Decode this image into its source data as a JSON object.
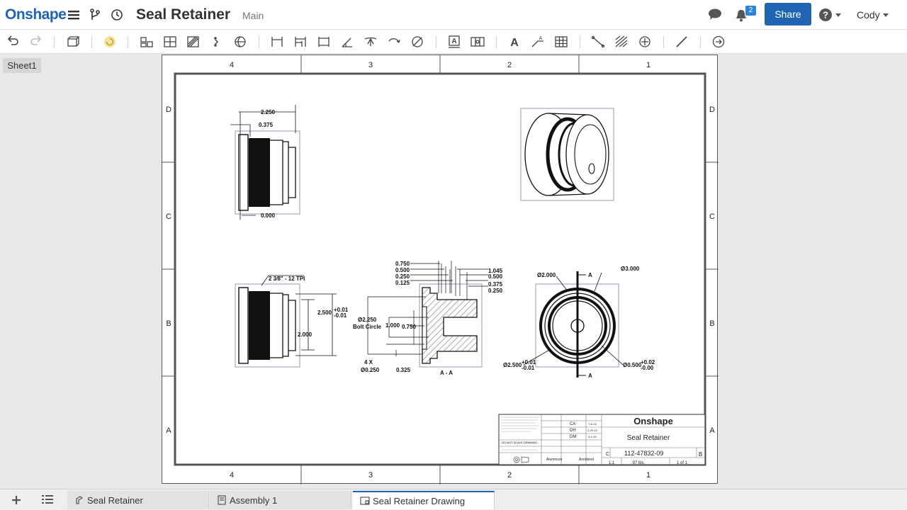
{
  "app": {
    "logo": "Onshape",
    "document_title": "Seal Retainer",
    "workspace": "Main",
    "share_label": "Share",
    "user_name": "Cody",
    "notification_count": "2"
  },
  "toolbar": {
    "icons": [
      "undo-icon",
      "redo-icon",
      "view-cube-icon",
      "regenerate-icon",
      "insert-view-icon",
      "projected-view-icon",
      "section-view-icon",
      "break-view-icon",
      "rotate-view-icon",
      "linear-dimension-icon",
      "baseline-dimension-icon",
      "ordinate-dimension-icon",
      "angular-dimension-icon",
      "radius-dimension-icon",
      "arc-length-dimension-icon",
      "diameter-dimension-icon",
      "note-icon",
      "datum-icon",
      "text-icon",
      "callout-icon",
      "table-icon",
      "line-icon",
      "hatch-icon",
      "centermark-icon",
      "sketch-line-icon",
      "export-icon"
    ]
  },
  "sheet": {
    "tab_label": "Sheet1"
  },
  "drawing": {
    "zones_x": [
      "4",
      "3",
      "2",
      "1"
    ],
    "zones_y": [
      "D",
      "C",
      "B",
      "A"
    ],
    "top_view_dims": [
      "2.250",
      "0.375",
      "0.000"
    ],
    "thread_callout": "2 3⁄8\" - 12 TPI",
    "front_view_dims": [
      "2.500",
      "+0.01",
      "-0.01",
      "2.000"
    ],
    "section_dims_left": [
      "0.750",
      "0.500",
      "0.250",
      "0.125"
    ],
    "section_dims_right": [
      "1.045",
      "0.500",
      "0.375",
      "0.250"
    ],
    "bolt_circle": "Ø2.250",
    "bolt_circle_label": "Bolt Circle",
    "section_inner_dims": [
      "1.000",
      "0.750"
    ],
    "hole_count": "4 X",
    "hole_dia": "Ø0.250",
    "section_bottom_dim": "0.325",
    "section_label": "A - A",
    "circle_dims": [
      "Ø2.000",
      "Ø3.000",
      "Ø2.500",
      "Ø0.500"
    ],
    "circle_tols_left": [
      "+0.01",
      "-0.01"
    ],
    "circle_tols_right": [
      "+0.02",
      "-0.00"
    ],
    "section_marker": "A",
    "title_block": {
      "logo": "Onshape",
      "title": "Seal Retainer",
      "size": "C",
      "dwg_no": "112-47832-09",
      "rev": "B",
      "scale": "1:1",
      "weight": ".97 lbs.",
      "sheet": "1 of 1",
      "material": "Aluminum",
      "finish": "Anodized",
      "drawn": "CA",
      "checked": "DH",
      "approved": "DM",
      "dates": [
        "7-8-15",
        "2-29-15",
        "3-4-15"
      ],
      "note": "DO NOT SCALE DRAWING"
    }
  },
  "tabs": [
    {
      "label": "Seal Retainer",
      "icon": "part-studio-icon"
    },
    {
      "label": "Assembly 1",
      "icon": "assembly-icon"
    },
    {
      "label": "Seal Retainer Drawing",
      "icon": "drawing-icon"
    }
  ],
  "colors": {
    "brand": "#1f63b3",
    "accent": "#2c84d8"
  }
}
